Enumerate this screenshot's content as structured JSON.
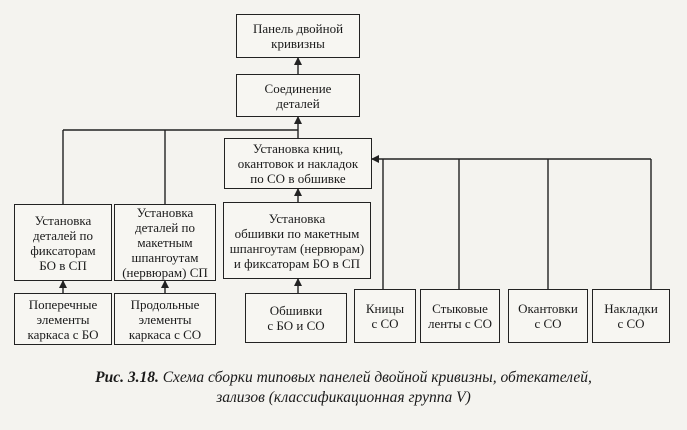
{
  "diagram": {
    "nodes": {
      "panel": "Панель двойной\nкривизны",
      "joining": "Соединение\nдеталей",
      "install_knees": "Установка книц,\nокантовок и накладок\nпо СО в обшивке",
      "install_fixators": "Установка\nдеталей по\nфиксаторам\nБО в СП",
      "install_template": "Установка\nдеталей по\nмакетным\nшпангоутам\n(нервюрам) СП",
      "install_skin": "Установка\nобшивки по макетным\nшпангоутам (нервюрам)\nи фиксаторам БО в СП",
      "cross_elements": "Поперечные\nэлементы\nкаркаса с БО",
      "long_elements": "Продольные\nэлементы\nкаркаса с СО",
      "skins": "Обшивки\nс БО и СО",
      "knees": "Кницы\nс СО",
      "joint_strips": "Стыковые\nленты с СО",
      "edgings": "Окантовки\nс СО",
      "overlays": "Накладки\nс СО"
    }
  },
  "caption": {
    "number": "Рис. 3.18.",
    "line1": "Схема сборки типовых панелей двойной кривизны, обтекателей,",
    "line2": "зализов (классификационная группа V)"
  }
}
